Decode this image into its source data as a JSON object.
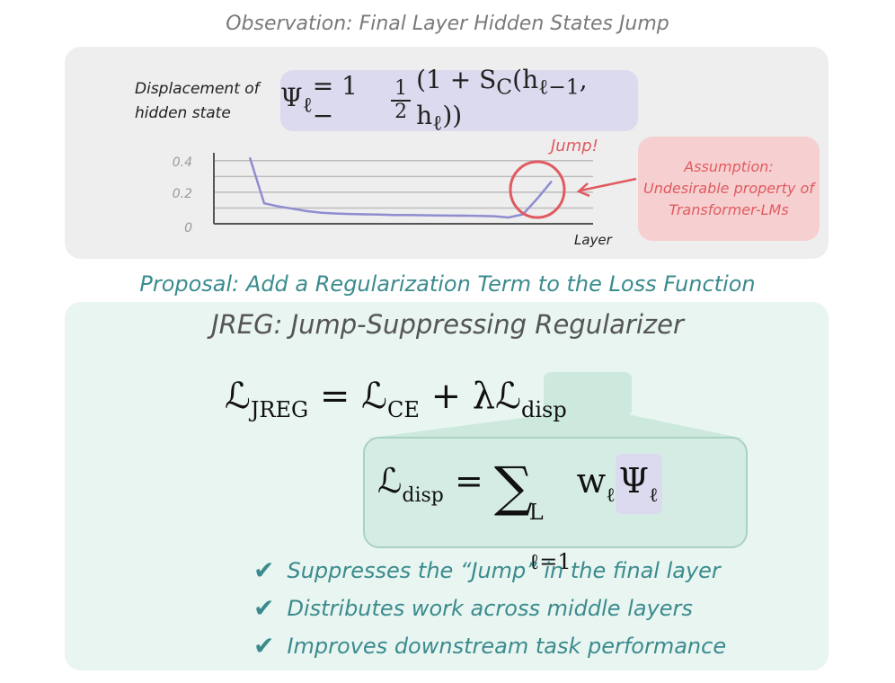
{
  "observation": {
    "title": "Observation: Final Layer Hidden States Jump",
    "ylabel_line1": "Displacement of",
    "ylabel_line2": "hidden state",
    "formula": {
      "lhs": "Ψ",
      "lhs_sub": "ℓ",
      "eq_left": " = 1 − ",
      "frac_num": "1",
      "frac_den": "2",
      "eq_right": "(1 + S",
      "sc_sub": "C",
      "args": "(h",
      "arg1_sub": "ℓ−1",
      "comma": ", h",
      "arg2_sub": "ℓ",
      "close": "))"
    },
    "jump_label": "Jump!",
    "xlabel": "Layer",
    "assumption": {
      "line1": "Assumption:",
      "line2": "Undesirable property of",
      "line3": "Transformer-LMs"
    }
  },
  "chart_data": {
    "type": "line",
    "xlabel": "Layer",
    "ylabel": "Displacement of hidden state",
    "yticks": [
      "0",
      "0.2",
      "0.4"
    ],
    "ylim": [
      0,
      0.45
    ],
    "x": [
      0,
      1,
      2,
      3,
      4,
      5,
      6,
      7,
      8,
      9,
      10,
      11,
      12,
      13,
      14,
      15,
      16,
      17,
      18,
      19,
      20,
      21
    ],
    "values": [
      0.42,
      0.13,
      0.11,
      0.095,
      0.08,
      0.07,
      0.065,
      0.062,
      0.06,
      0.058,
      0.056,
      0.055,
      0.054,
      0.053,
      0.052,
      0.051,
      0.05,
      0.048,
      0.04,
      0.06,
      0.16,
      0.27
    ],
    "color": "#8f8cd0",
    "grid": true
  },
  "proposal": {
    "title": "Proposal: Add a Regularization Term to the Loss Function"
  },
  "jreg": {
    "title": "JREG: Jump-Suppressing Regularizer",
    "main_eq": {
      "lhs": "ℒ",
      "lhs_sub": "JREG",
      "eq": " = ℒ",
      "ce_sub": "CE",
      "plus": " + λℒ",
      "disp_sub": "disp"
    },
    "sub_eq": {
      "lhs": "ℒ",
      "lhs_sub": "disp",
      "eq": " = ",
      "sigma": "∑",
      "upper": "L",
      "lower": "ℓ=1",
      "w": "w",
      "w_sub": "ℓ",
      "psi": "Ψ",
      "psi_sub": "ℓ"
    },
    "benefits": [
      "Suppresses the “Jump” in the final layer",
      "Distributes work across middle layers",
      "Improves downstream task performance"
    ]
  },
  "colors": {
    "teal": "#3b8b8e",
    "red": "#e05a60",
    "line": "#8f8cd0"
  }
}
